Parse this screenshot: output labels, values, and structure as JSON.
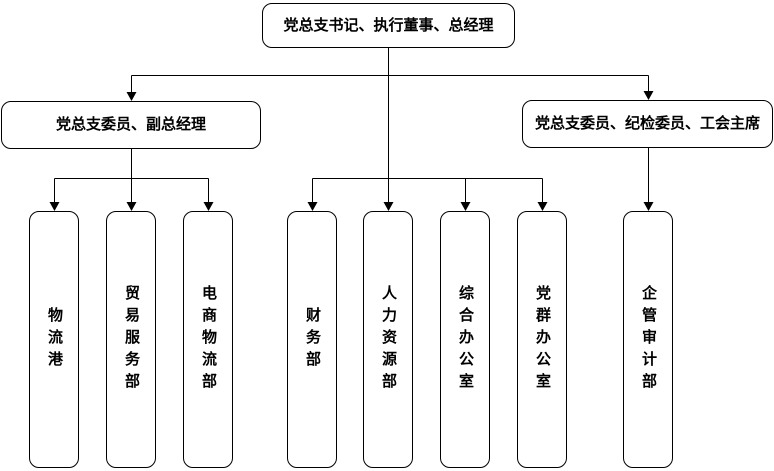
{
  "org_chart": {
    "root": {
      "label": "党总支书记、执行董事、总经理"
    },
    "level2": [
      {
        "label": "党总支委员、副总经理"
      },
      {
        "label": "党总支委员、纪检委员、工会主席"
      }
    ],
    "departments": [
      {
        "label": "物流港"
      },
      {
        "label": "贸易服务部"
      },
      {
        "label": "电商物流部"
      },
      {
        "label": "财务部"
      },
      {
        "label": "人力资源部"
      },
      {
        "label": "综合办公室"
      },
      {
        "label": "党群办公室"
      },
      {
        "label": "企管审计部"
      }
    ],
    "colors": {
      "line": "#000000",
      "border": "#000000",
      "text": "#000000",
      "background": "#ffffff"
    }
  }
}
